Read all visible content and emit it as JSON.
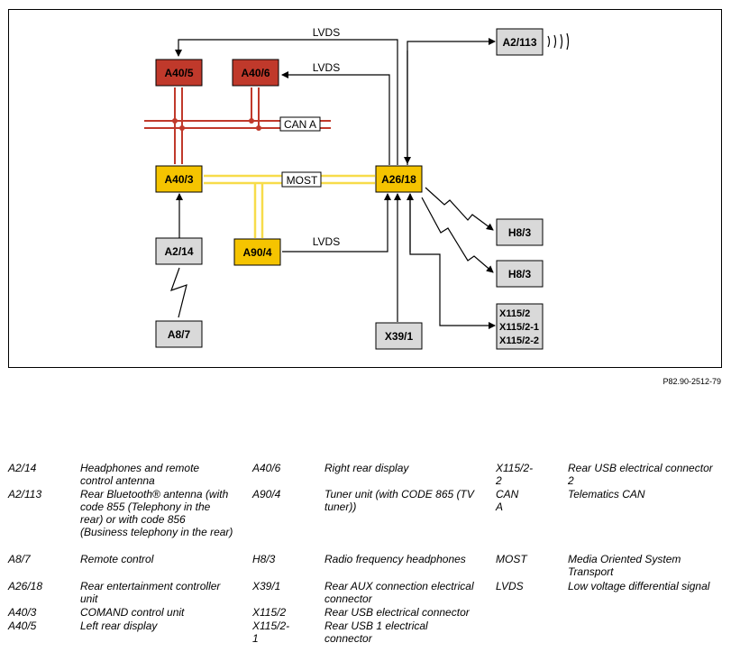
{
  "figure_ref": "P82.90-2512-79",
  "nodes": {
    "a40_5": "A40/5",
    "a40_6": "A40/6",
    "a40_3": "A40/3",
    "a26_18": "A26/18",
    "a2_113": "A2/113",
    "a2_14": "A2/14",
    "a90_4": "A90/4",
    "a8_7": "A8/7",
    "x39_1": "X39/1",
    "h8_3_a": "H8/3",
    "h8_3_b": "H8/3",
    "x115_2": "X115/2",
    "x115_2_1": "X115/2-1",
    "x115_2_2": "X115/2-2"
  },
  "bus_labels": {
    "can_a": "CAN A",
    "most": "MOST",
    "lvds_top": "LVDS",
    "lvds_mid": "LVDS",
    "lvds_low": "LVDS"
  },
  "colors": {
    "display_red": "#c0392b",
    "control_yellow": "#f5c400",
    "peripheral_gray": "#d9d9d9",
    "can_line": "#c0392b",
    "most_line": "#f7dc4a"
  },
  "legend": {
    "col1": [
      {
        "code": "A2/14",
        "desc": "Headphones and remote control antenna"
      },
      {
        "code": "A2/113",
        "desc": "Rear Bluetooth® antenna (with code 855 (Telephony in the rear) or with code 856 (Business telephony in the rear)"
      },
      {
        "code": "A8/7",
        "desc": "Remote control"
      },
      {
        "code": "A26/18",
        "desc": "Rear entertainment controller unit"
      },
      {
        "code": "A40/3",
        "desc": "COMAND control unit"
      },
      {
        "code": "A40/5",
        "desc": "Left rear display"
      }
    ],
    "col2": [
      {
        "code": "A40/6",
        "desc": "Right rear display"
      },
      {
        "code": "A90/4",
        "desc": "Tuner unit (with CODE 865 (TV tuner))"
      },
      {
        "code": "H8/3",
        "desc": "Radio frequency headphones"
      },
      {
        "code": "X39/1",
        "desc": "Rear AUX connection electrical connector"
      },
      {
        "code": "X115/2",
        "desc": "Rear USB electrical connector"
      },
      {
        "code": "X115/2-1",
        "desc": "Rear USB 1 electrical connector"
      }
    ],
    "col3": [
      {
        "code": "X115/2-2",
        "desc": "Rear USB electrical connector 2"
      },
      {
        "code": "CAN A",
        "desc": "Telematics CAN"
      },
      {
        "code": "MOST",
        "desc": "Media Oriented System Transport"
      },
      {
        "code": "LVDS",
        "desc": "Low voltage differential signal"
      }
    ]
  }
}
